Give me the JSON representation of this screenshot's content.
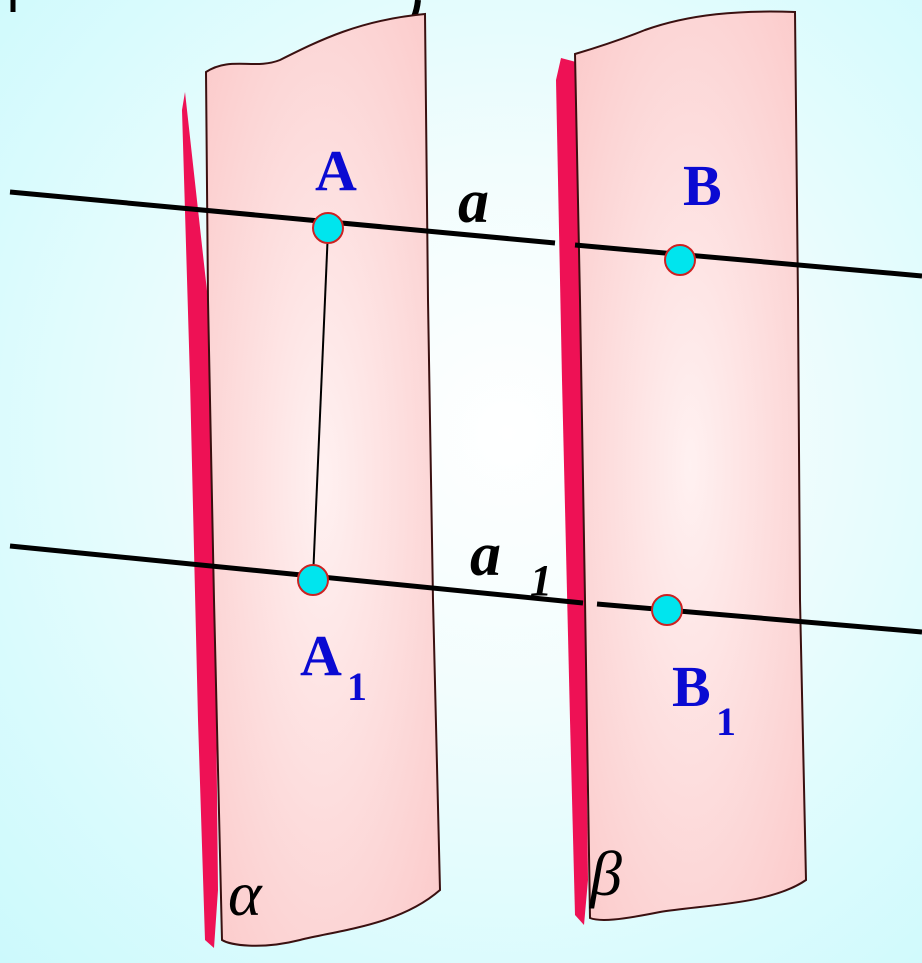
{
  "colors": {
    "plane_fill": "#fdd7d7",
    "plane_edge": "#ee1155",
    "point_fill": "#00e5ee",
    "point_stroke": "#cc2222",
    "point_label": "#0a0ad2",
    "line": "#000000"
  },
  "planes": [
    {
      "name": "plane-alpha",
      "label": "α"
    },
    {
      "name": "plane-beta",
      "label": "β"
    }
  ],
  "lines": [
    {
      "name": "line-a",
      "label": "a",
      "subscript": ""
    },
    {
      "name": "line-a1",
      "label": "a",
      "subscript": "1"
    }
  ],
  "points": [
    {
      "name": "point-A",
      "label": "A",
      "subscript": ""
    },
    {
      "name": "point-B",
      "label": "B",
      "subscript": ""
    },
    {
      "name": "point-A1",
      "label": "A",
      "subscript": "1"
    },
    {
      "name": "point-B1",
      "label": "B",
      "subscript": "1"
    }
  ],
  "segments": [
    {
      "name": "segment-AA1",
      "from": "A",
      "to": "A1"
    }
  ]
}
